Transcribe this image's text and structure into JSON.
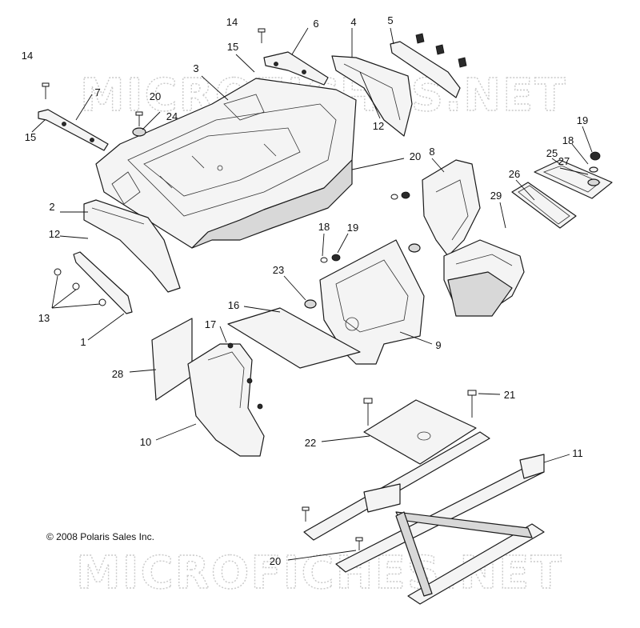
{
  "diagram": {
    "watermark_text": "MICROFICHES.NET",
    "copyright": "© 2008 Polaris Sales Inc.",
    "callouts": [
      {
        "id": "c14a",
        "label": "14"
      },
      {
        "id": "c6",
        "label": "6"
      },
      {
        "id": "c4",
        "label": "4"
      },
      {
        "id": "c5",
        "label": "5"
      },
      {
        "id": "c14b",
        "label": "14"
      },
      {
        "id": "c15a",
        "label": "15"
      },
      {
        "id": "c3",
        "label": "3"
      },
      {
        "id": "c7",
        "label": "7"
      },
      {
        "id": "c20a",
        "label": "20"
      },
      {
        "id": "c24",
        "label": "24"
      },
      {
        "id": "c15b",
        "label": "15"
      },
      {
        "id": "c12a",
        "label": "12"
      },
      {
        "id": "c19a",
        "label": "19"
      },
      {
        "id": "c18a",
        "label": "18"
      },
      {
        "id": "c20b",
        "label": "20"
      },
      {
        "id": "c8",
        "label": "8"
      },
      {
        "id": "c25",
        "label": "25"
      },
      {
        "id": "c27",
        "label": "27"
      },
      {
        "id": "c26",
        "label": "26"
      },
      {
        "id": "c2",
        "label": "2"
      },
      {
        "id": "c12b",
        "label": "12"
      },
      {
        "id": "c29",
        "label": "29"
      },
      {
        "id": "c18b",
        "label": "18"
      },
      {
        "id": "c19b",
        "label": "19"
      },
      {
        "id": "c23",
        "label": "23"
      },
      {
        "id": "c13",
        "label": "13"
      },
      {
        "id": "c1",
        "label": "1"
      },
      {
        "id": "c16",
        "label": "16"
      },
      {
        "id": "c17",
        "label": "17"
      },
      {
        "id": "c9",
        "label": "9"
      },
      {
        "id": "c28",
        "label": "28"
      },
      {
        "id": "c21",
        "label": "21"
      },
      {
        "id": "c10",
        "label": "10"
      },
      {
        "id": "c22",
        "label": "22"
      },
      {
        "id": "c11",
        "label": "11"
      },
      {
        "id": "c20c",
        "label": "20"
      }
    ]
  }
}
